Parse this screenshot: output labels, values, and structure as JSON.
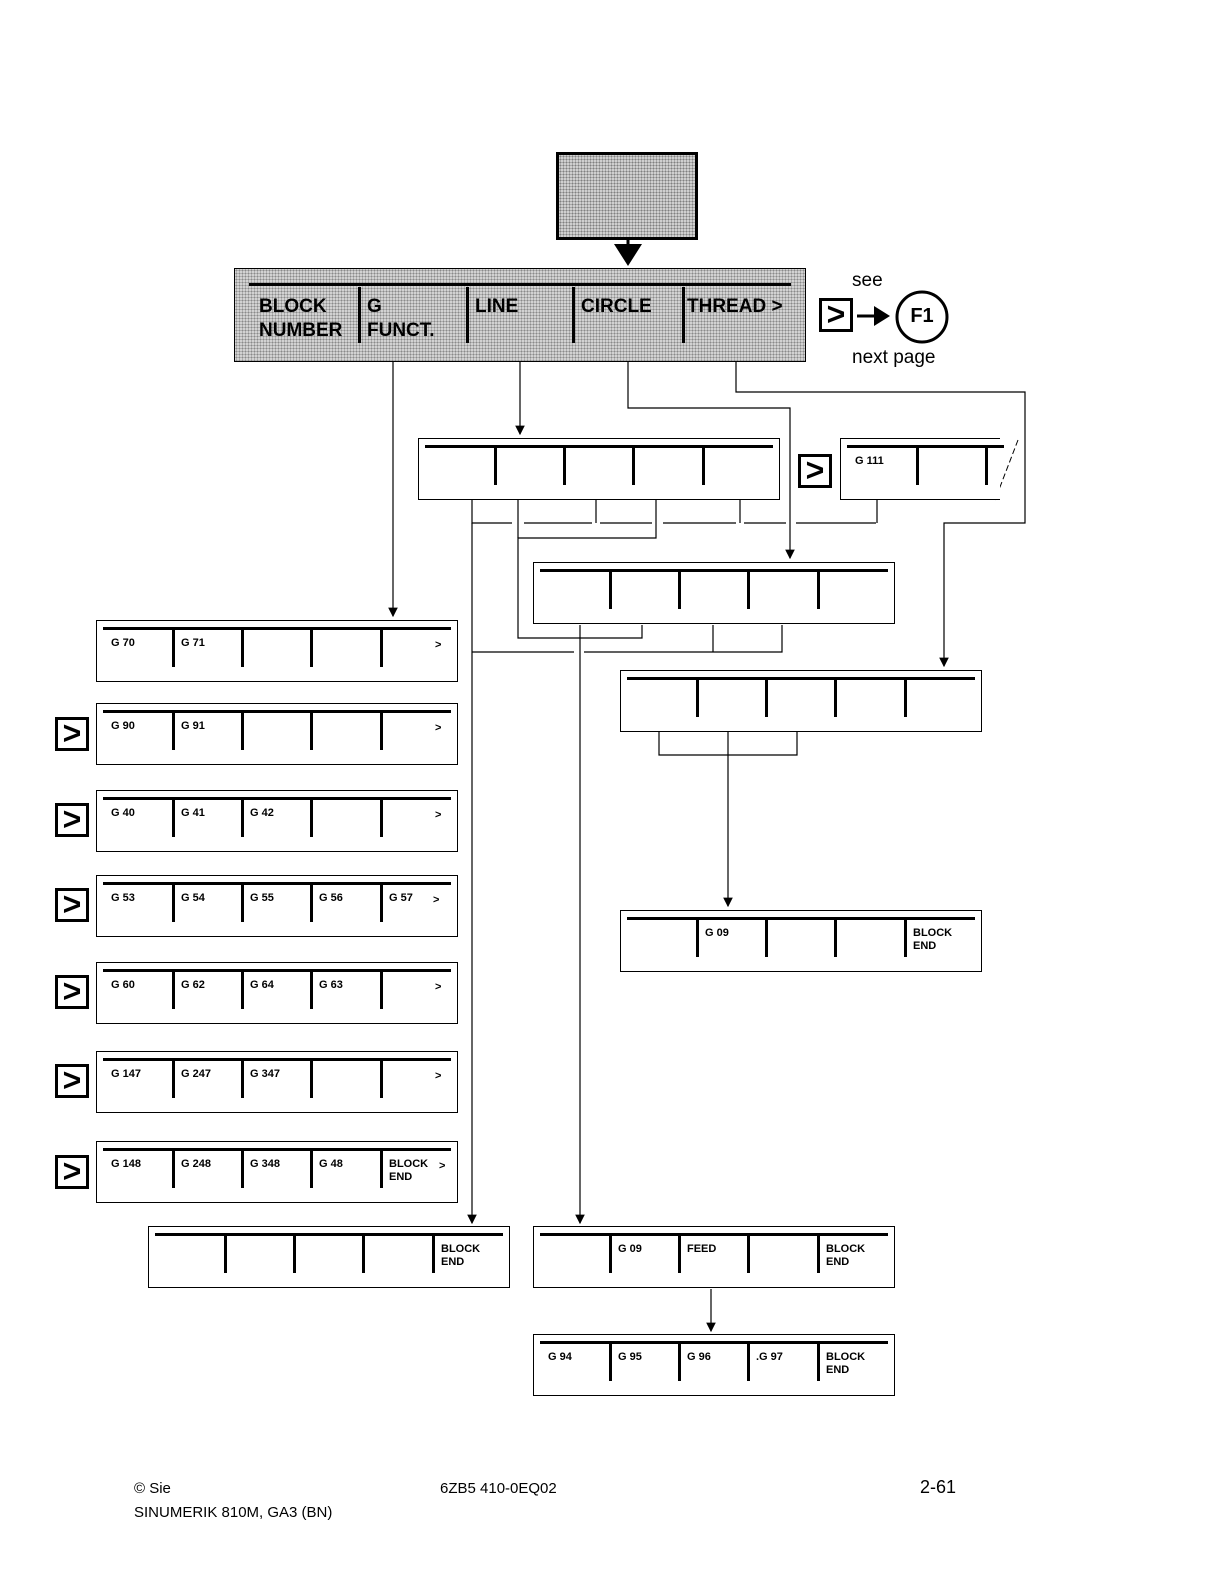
{
  "main_menu": {
    "softkeys": [
      "BLOCK\nNUMBER",
      "G\nFUNCT.",
      "LINE",
      "CIRCLE",
      "THREAD >"
    ]
  },
  "see_note": {
    "see": "see",
    "next_page": "next page",
    "key": ">",
    "target": "F1"
  },
  "panels": {
    "line_submenu": {
      "cells": [
        "",
        "",
        "",
        "",
        ""
      ]
    },
    "thread_submenu": {
      "cells": [
        "G 111",
        "",
        ""
      ]
    },
    "circle_submenu": {
      "cells": [
        "",
        "",
        "",
        "",
        ""
      ]
    },
    "thread_sub2": {
      "cells": [
        "",
        "",
        "",
        "",
        ""
      ]
    },
    "g09_panel": {
      "cells": [
        "",
        "G 09",
        "",
        "",
        "BLOCK\nEND"
      ]
    },
    "g70": {
      "cells": [
        "G 70",
        "G 71",
        "",
        "",
        ""
      ],
      "more": ">"
    },
    "g90": {
      "cells": [
        "G 90",
        "G 91",
        "",
        "",
        ""
      ],
      "more": ">"
    },
    "g40": {
      "cells": [
        "G 40",
        "G 41",
        "G 42",
        "",
        ""
      ],
      "more": ">"
    },
    "g53": {
      "cells": [
        "G 53",
        "G 54",
        "G 55",
        "G 56",
        "G 57"
      ],
      "more": ">"
    },
    "g60": {
      "cells": [
        "G 60",
        "G 62",
        "G 64",
        "G 63",
        ""
      ],
      "more": ">"
    },
    "g147": {
      "cells": [
        "G 147",
        "G 247",
        "G 347",
        "",
        ""
      ],
      "more": ">"
    },
    "g148": {
      "cells": [
        "G 148",
        "G 248",
        "G 348",
        "G 48",
        "BLOCK\nEND"
      ],
      "more": ">"
    },
    "block_end_left": {
      "cells": [
        "",
        "",
        "",
        "",
        "BLOCK\nEND"
      ]
    },
    "feed_panel": {
      "cells": [
        "",
        "G 09",
        "FEED",
        "",
        "BLOCK\nEND"
      ]
    },
    "feed_types": {
      "cells": [
        "G 94",
        "G 95",
        "G 96",
        ".G 97",
        "BLOCK\nEND"
      ]
    }
  },
  "gt_key_label": ">",
  "footer": {
    "copyright": "© Sie",
    "product": "SINUMERIK 810M, GA3 (BN)",
    "order_no": "6ZB5 410-0EQ02",
    "page": "2-61"
  }
}
